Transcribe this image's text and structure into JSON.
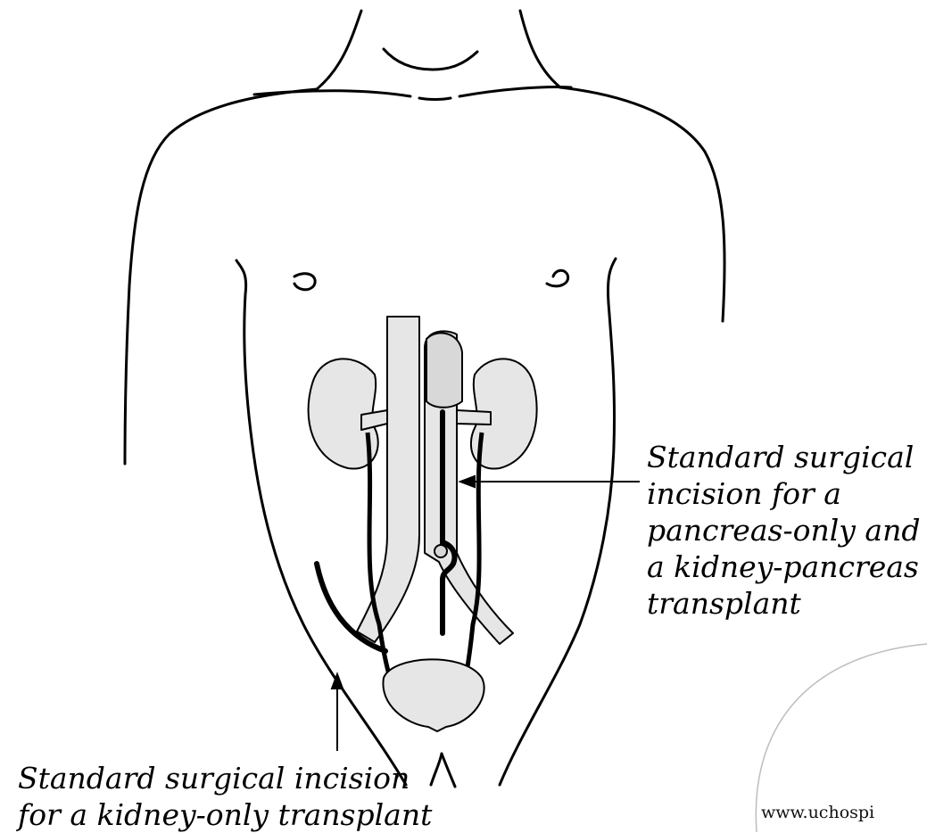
{
  "labels": {
    "pancreas_incision": [
      "Standard surgical",
      "incision for a",
      "pancreas-only and",
      "a kidney-pancreas",
      "transplant"
    ],
    "kidney_incision": [
      "Standard surgical incision",
      "for a kidney-only transplant"
    ]
  },
  "watermark": "www.uchospi",
  "colors": {
    "outline": "#000000",
    "organ_fill": "#e6e6e6",
    "organ_dark": "#cfcfcf",
    "background": "#ffffff"
  }
}
